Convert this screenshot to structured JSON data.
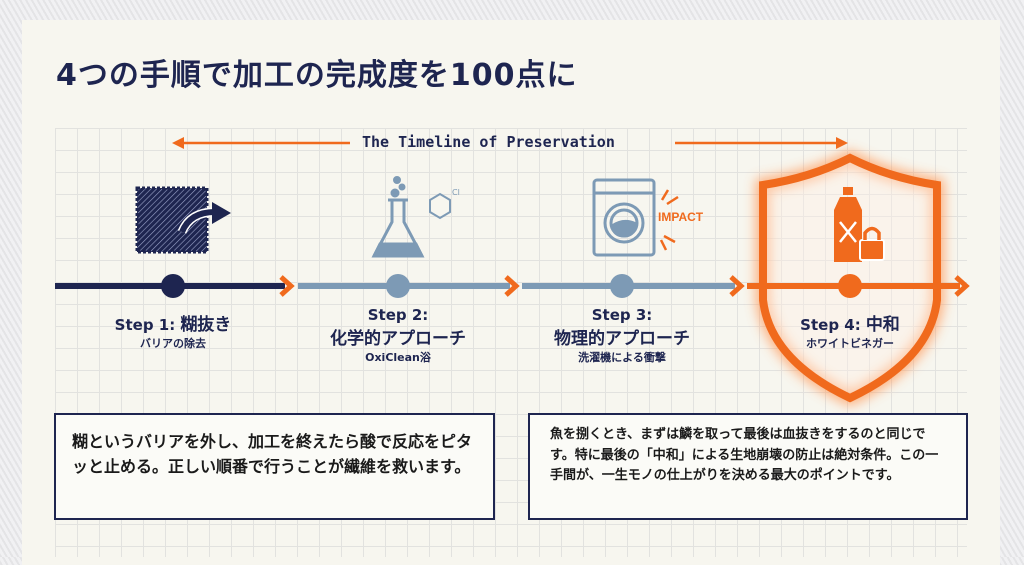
{
  "title": "4つの手順で加工の完成度を100点に",
  "timeline_label": "The Timeline of Preservation",
  "impact_label": "IMPACT",
  "steps": [
    {
      "step": "Step 1:",
      "name": "糊抜き",
      "sub": "バリアの除去",
      "icon": "fabric-remove-icon"
    },
    {
      "step": "Step 2:",
      "name": "化学的アプローチ",
      "sub": "OxiClean浴",
      "icon": "flask-icon"
    },
    {
      "step": "Step 3:",
      "name": "物理的アプローチ",
      "sub": "洗濯機による衝撃",
      "icon": "washing-machine-icon"
    },
    {
      "step": "Step 4:",
      "name": "中和",
      "sub": "ホワイトビネガー",
      "icon": "vinegar-bottle-lock-icon"
    }
  ],
  "notes": {
    "left": "糊というバリアを外し、加工を終えたら酸で反応をピタッと止める。正しい順番で行うことが繊維を救います。",
    "right": "魚を捌くとき、まずは鱗を取って最後は血抜きをするのと同じです。特に最後の「中和」による生地崩壊の防止は絶対条件。この一手間が、一生モノの仕上がりを決める最大のポイントです。"
  },
  "colors": {
    "navy": "#1e2550",
    "steel": "#7d9ab5",
    "orange": "#f06a1d"
  }
}
